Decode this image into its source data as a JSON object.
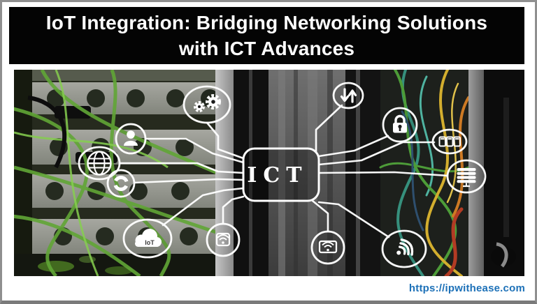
{
  "header": {
    "title_line1": "IoT Integration: Bridging Networking Solutions",
    "title_line2": "with ICT Advances"
  },
  "footer": {
    "url": "https://ipwithease.com"
  },
  "colors": {
    "title_bar_bg": "#040404",
    "title_text": "#ffffff",
    "url_blue": "#1d71b8",
    "diagram_stroke": "#ffffff",
    "cable_green": "#61a636",
    "cable_teal": "#36907d",
    "cable_yellow": "#d3ae2e",
    "cable_orange": "#cd7a24",
    "cable_red": "#b33b24"
  },
  "diagram": {
    "center_label": "ICT",
    "nodes": [
      {
        "name": "gears"
      },
      {
        "name": "user"
      },
      {
        "name": "globe"
      },
      {
        "name": "sync-ring"
      },
      {
        "name": "iot-cloud",
        "label": "IoT"
      },
      {
        "name": "tablet-wifi"
      },
      {
        "name": "data-transfer-arrows"
      },
      {
        "name": "padlock"
      },
      {
        "name": "server-cards"
      },
      {
        "name": "server-stack"
      },
      {
        "name": "monitor-wifi"
      },
      {
        "name": "wireless-signal"
      }
    ]
  }
}
